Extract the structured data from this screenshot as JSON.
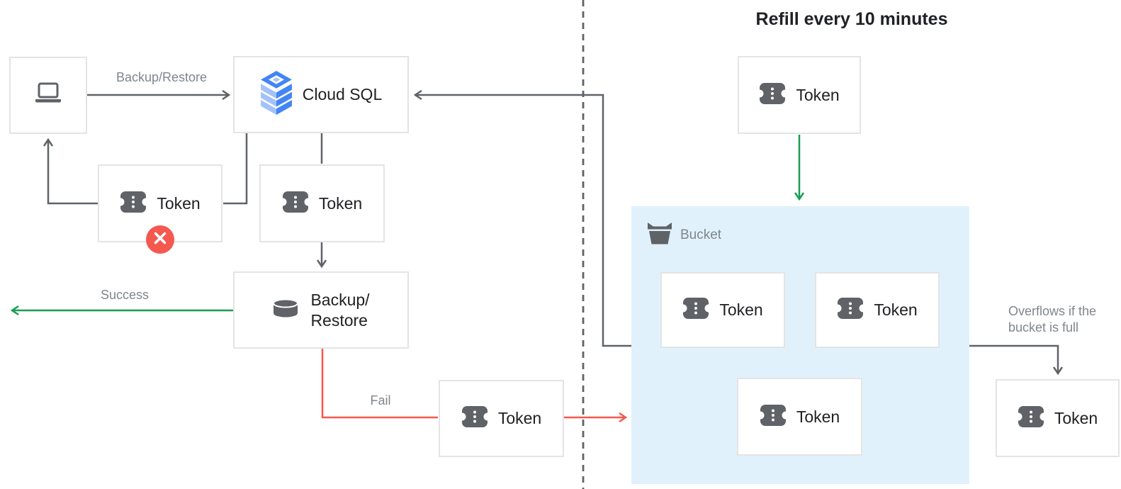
{
  "title": "Refill every 10 minutes",
  "labels": {
    "token": "Token",
    "cloud_sql": "Cloud SQL",
    "backup_restore_line1": "Backup/",
    "backup_restore_line2": "Restore",
    "bucket": "Bucket"
  },
  "edges": {
    "backup_restore": "Backup/Restore",
    "success": "Success",
    "fail": "Fail",
    "overflow_line1": "Overflows if the",
    "overflow_line2": "bucket is full"
  },
  "icons": {
    "laptop-icon": "client laptop",
    "cloud-sql-icon": "Cloud SQL layered database logo",
    "token-icon": "ticket-shaped token",
    "database-icon": "backup database cylinder",
    "bucket-icon": "storage bucket",
    "error-x-icon": "red circle with white X"
  },
  "colors": {
    "green": "#189e52",
    "red": "#f4584e",
    "gray_line": "#5f6368",
    "icon_gray": "#5f6368",
    "label_gray": "#80868b",
    "text_dark": "#202124",
    "bucket_bg": "#e0f1fb",
    "box_border": "#e4e4e4",
    "cloudsql_blue": "#4285f4",
    "cloudsql_light_blue": "#a4c2f9"
  }
}
